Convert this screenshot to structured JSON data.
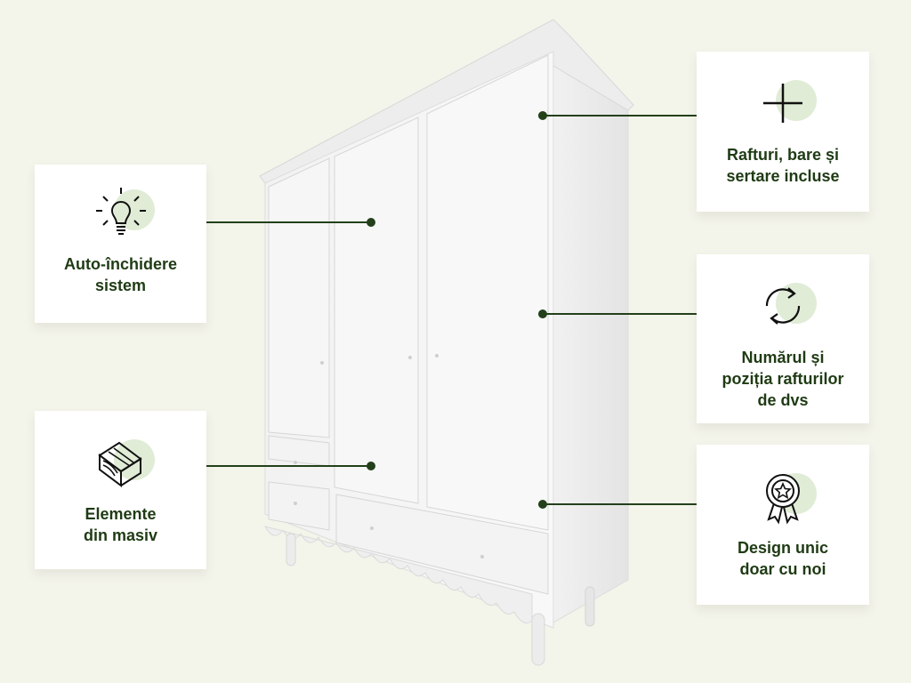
{
  "features": [
    {
      "id": "shelves",
      "icon": "plus-icon",
      "label_lines": [
        "Rafturi, bare și",
        "sertare incluse"
      ]
    },
    {
      "id": "selfclose",
      "icon": "lightbulb-icon",
      "label_lines": [
        "Auto-închidere",
        "sistem"
      ]
    },
    {
      "id": "custom",
      "icon": "refresh-icon",
      "label_lines": [
        "Numărul și",
        "poziția rafturilor",
        "de dvs"
      ]
    },
    {
      "id": "solid",
      "icon": "wood-log-icon",
      "label_lines": [
        "Elemente",
        "din masiv"
      ]
    },
    {
      "id": "design",
      "icon": "award-badge-icon",
      "label_lines": [
        "Design unic",
        "doar cu noi"
      ]
    }
  ],
  "colors": {
    "background": "#f3f4ea",
    "accent_dark": "#1f3b14",
    "icon_blob": "#e0ecd6",
    "card": "#ffffff"
  }
}
